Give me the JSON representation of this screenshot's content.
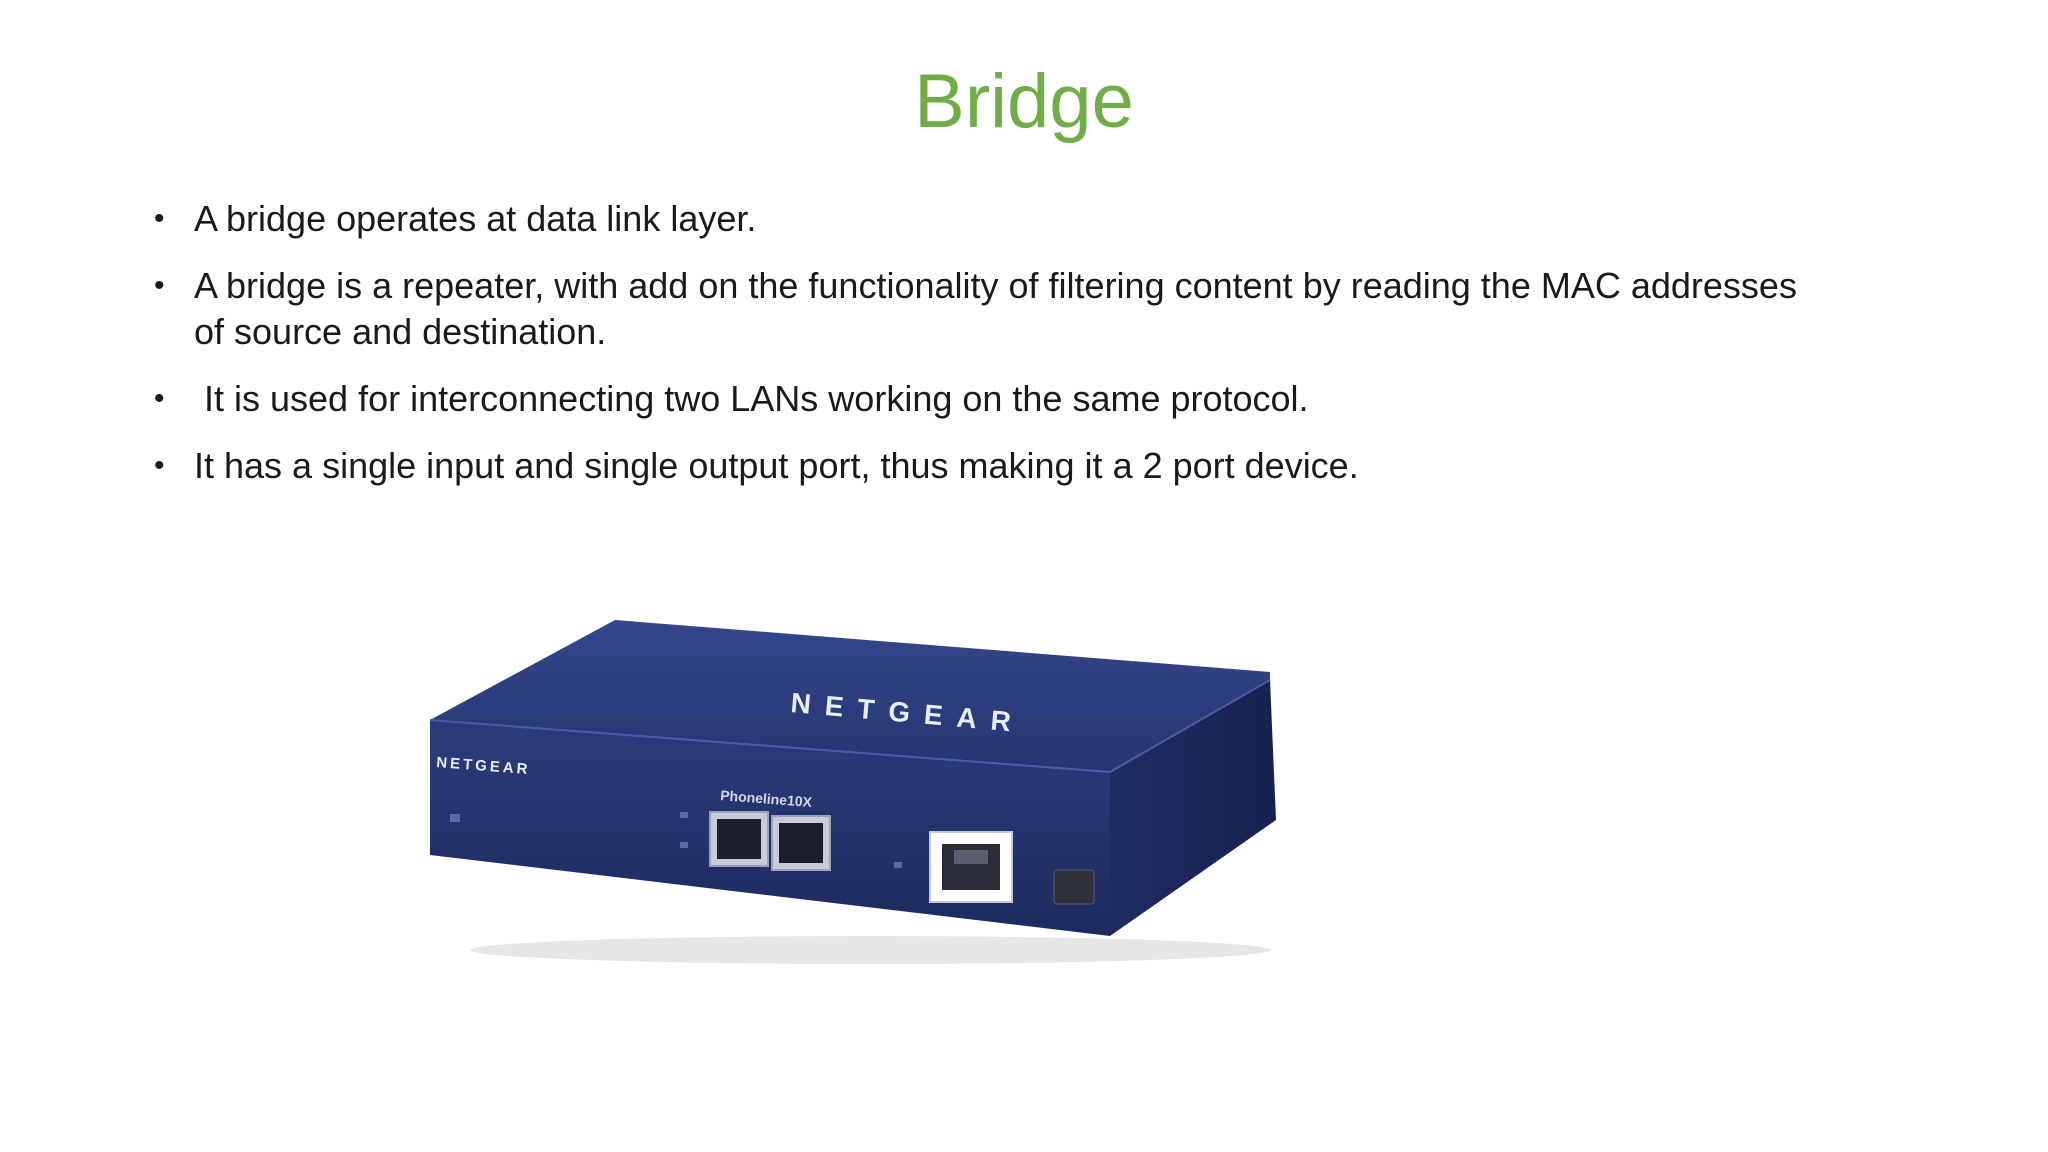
{
  "slide": {
    "title": "Bridge",
    "bullets": [
      "A bridge operates at data link layer.",
      "A bridge is a repeater, with add on the functionality of filtering content by reading the MAC addresses of source and destination.",
      " It is used for interconnecting two LANs working on the same protocol.",
      "It has a single input and single output port, thus making it a 2 port device."
    ],
    "bullet_symbol": "•"
  },
  "image": {
    "brand_top": "NETGEAR",
    "brand_front": "NETGEAR",
    "product_label": "Phoneline10X"
  },
  "colors": {
    "title": "#70ad47",
    "body_text": "#1a1a1a",
    "device_body": "#2b3a78",
    "background": "#ffffff"
  }
}
